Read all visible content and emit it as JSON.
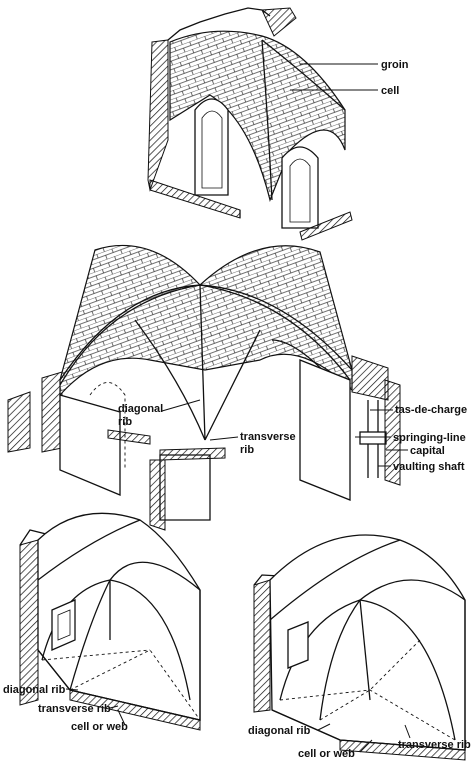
{
  "labels": {
    "groin": "groin",
    "cell": "cell",
    "diagonal_rib_1": "diagonal",
    "diagonal_rib_2": "rib",
    "transverse_rib_1": "transverse",
    "transverse_rib_2": "rib",
    "tas_de_charge": "tas-de-charge",
    "springing_line": "springing-line",
    "capital": "capital",
    "vaulting_shaft": "vaulting shaft",
    "bl_diagonal_rib": "diagonal rib",
    "bl_transverse_rib": "transverse rib",
    "bl_cell_or_web": "cell or web",
    "br_diagonal_rib": "diagonal rib",
    "br_cell_or_web": "cell or web",
    "br_transverse_rib": "transverse rib"
  },
  "colors": {
    "ink": "#111111",
    "paper": "#ffffff"
  }
}
